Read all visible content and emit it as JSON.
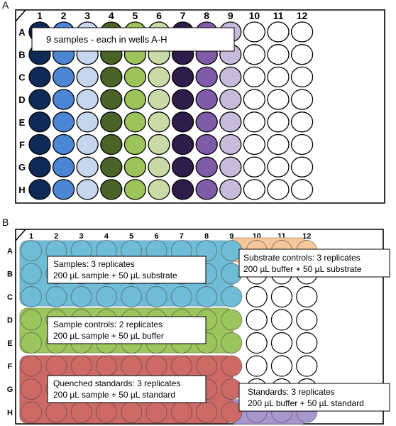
{
  "panel_a": {
    "label": "A",
    "columns": [
      "1",
      "2",
      "3",
      "4",
      "5",
      "6",
      "7",
      "8",
      "9",
      "10",
      "11",
      "12"
    ],
    "rows": [
      "A",
      "B",
      "C",
      "D",
      "E",
      "F",
      "G",
      "H"
    ],
    "sample_colors": [
      "#0f2a57",
      "#4a86d4",
      "#c6d6ef",
      "#4a6327",
      "#9cc45a",
      "#c8dba7",
      "#2e1d4a",
      "#7f5ca8",
      "#c8badb"
    ],
    "empty_color": "#ffffff",
    "callout": "9 samples - each in wells A-H"
  },
  "panel_b": {
    "label": "B",
    "columns": [
      "1",
      "2",
      "3",
      "4",
      "5",
      "6",
      "7",
      "8",
      "9",
      "10",
      "11",
      "12"
    ],
    "rows": [
      "A",
      "B",
      "C",
      "D",
      "E",
      "F",
      "G",
      "H"
    ],
    "regions": [
      {
        "key": "samples",
        "line1": "Samples: 3 replicates",
        "line2": "200 µL sample + 50 µL substrate",
        "color": "#6fbcd6"
      },
      {
        "key": "sample_controls",
        "line1": "Sample controls: 2 replicates",
        "line2": "200 µL sample + 50 µL buffer",
        "color": "#9cc55e"
      },
      {
        "key": "quenched_standards",
        "line1": "Quenched standards: 3 replicates",
        "line2": "200 µL sample + 50 µL standard",
        "color": "#cd6a66"
      },
      {
        "key": "substrate_controls",
        "line1": "Substrate controls: 3 replicates",
        "line2": "200 µL buffer + 50 µL substrate",
        "color": "#f6c79a"
      },
      {
        "key": "standards",
        "line1": "Standards: 3 replicates",
        "line2": "200 µL buffer + 50 µL standard",
        "color": "#a897cd"
      }
    ]
  }
}
